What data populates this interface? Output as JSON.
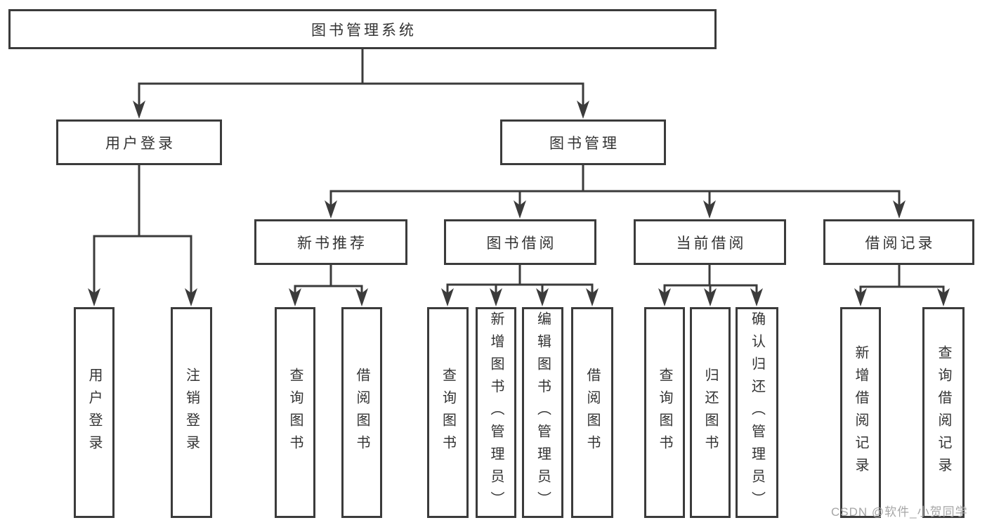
{
  "diagram": {
    "nodes": [
      {
        "id": "root",
        "label": "图书管理系统",
        "parent": null
      },
      {
        "id": "user-login",
        "label": "用户登录",
        "parent": "root"
      },
      {
        "id": "book-mgmt",
        "label": "图书管理",
        "parent": "root"
      },
      {
        "id": "login-leaf",
        "label": "用户登录",
        "parent": "user-login"
      },
      {
        "id": "logout-leaf",
        "label": "注销登录",
        "parent": "user-login"
      },
      {
        "id": "new-book-rec",
        "label": "新书推荐",
        "parent": "book-mgmt"
      },
      {
        "id": "book-borrow",
        "label": "图书借阅",
        "parent": "book-mgmt"
      },
      {
        "id": "current-borrow",
        "label": "当前借阅",
        "parent": "book-mgmt"
      },
      {
        "id": "borrow-records",
        "label": "借阅记录",
        "parent": "book-mgmt"
      },
      {
        "id": "nbr-query",
        "label": "查询图书",
        "parent": "new-book-rec"
      },
      {
        "id": "nbr-borrow",
        "label": "借阅图书",
        "parent": "new-book-rec"
      },
      {
        "id": "bb-query",
        "label": "查询图书",
        "parent": "book-borrow"
      },
      {
        "id": "bb-add",
        "label": "新增图书（管理员）",
        "parent": "book-borrow"
      },
      {
        "id": "bb-edit",
        "label": "编辑图书（管理员）",
        "parent": "book-borrow"
      },
      {
        "id": "bb-borrow",
        "label": "借阅图书",
        "parent": "book-borrow"
      },
      {
        "id": "cb-query",
        "label": "查询图书",
        "parent": "current-borrow"
      },
      {
        "id": "cb-return",
        "label": "归还图书",
        "parent": "current-borrow"
      },
      {
        "id": "cb-confirm",
        "label": "确认归还（管理员）",
        "parent": "current-borrow"
      },
      {
        "id": "br-add",
        "label": "新增借阅记录",
        "parent": "borrow-records"
      },
      {
        "id": "br-query",
        "label": "查询借阅记录",
        "parent": "borrow-records"
      }
    ]
  },
  "watermark": {
    "text": "CSDN @软件_小贺同学"
  },
  "colors": {
    "stroke": "#3b3b3b",
    "text": "#333333",
    "watermark": "#a6a6a6",
    "background": "#ffffff"
  }
}
